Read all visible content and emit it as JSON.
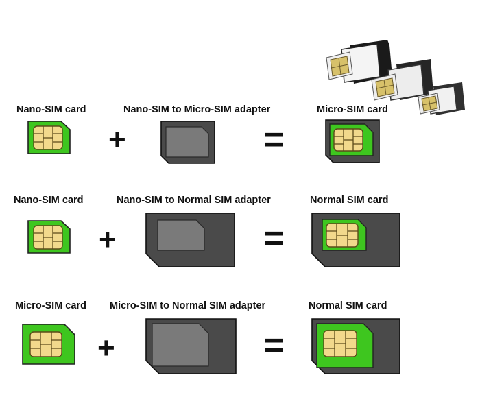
{
  "colors": {
    "sim_green": "#3ec61f",
    "sim_green_dark": "#1d7a0c",
    "chip_gold": "#f2d98c",
    "chip_line": "#6a5a2a",
    "adapter_dark": "#4a4a4a",
    "adapter_slot": "#7a7a7a"
  },
  "rows": [
    {
      "left_label": "Nano-SIM card",
      "middle_label": "Nano-SIM to Micro-SIM adapter",
      "right_label": "Micro-SIM card",
      "plus": "+",
      "equals": "="
    },
    {
      "left_label": "Nano-SIM card",
      "middle_label": "Nano-SIM to Normal SIM adapter",
      "right_label": "Normal SIM card",
      "plus": "+",
      "equals": "="
    },
    {
      "left_label": "Micro-SIM card",
      "middle_label": "Micro-SIM to Normal SIM adapter",
      "right_label": "Normal SIM card",
      "plus": "+",
      "equals": "="
    }
  ]
}
